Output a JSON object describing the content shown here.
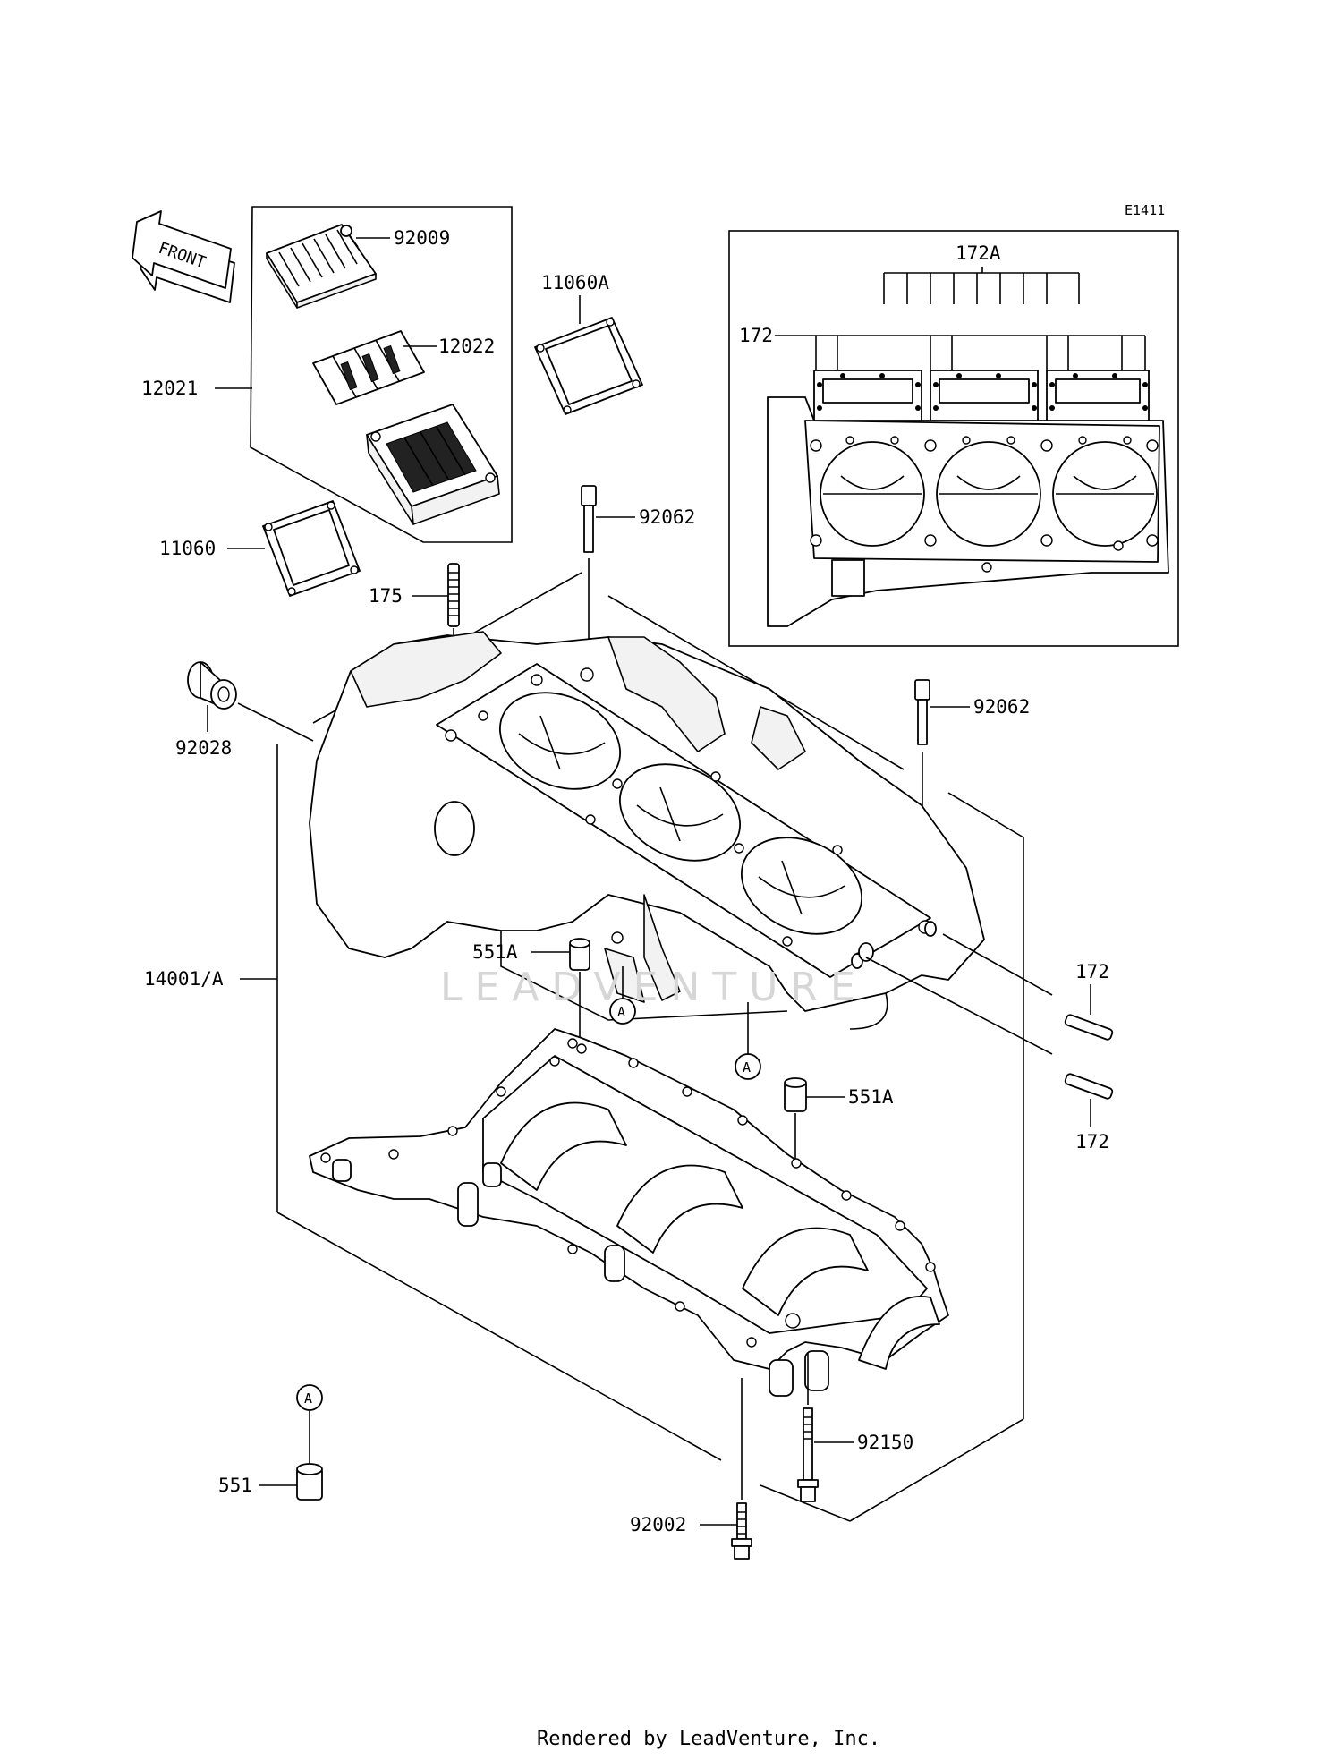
{
  "diagram_code": "E1411",
  "front_label": "FRONT",
  "watermark": "LEADVENTURE",
  "footer": "Rendered by LeadVenture, Inc.",
  "labels": {
    "p92009": "92009",
    "p12022": "12022",
    "p12021": "12021",
    "p11060A": "11060A",
    "p11060": "11060",
    "p92062_top": "92062",
    "p175": "175",
    "p92028": "92028",
    "p92062_mid": "92062",
    "p172A": "172A",
    "p172_inset": "172",
    "p551A_left": "551A",
    "p14001A": "14001/A",
    "p172_upper": "172",
    "p172_lower": "172",
    "p551A_right": "551A",
    "p92150": "92150",
    "p551": "551",
    "p92002": "92002",
    "ref_A1": "A",
    "ref_A2": "A",
    "ref_A3": "A"
  }
}
